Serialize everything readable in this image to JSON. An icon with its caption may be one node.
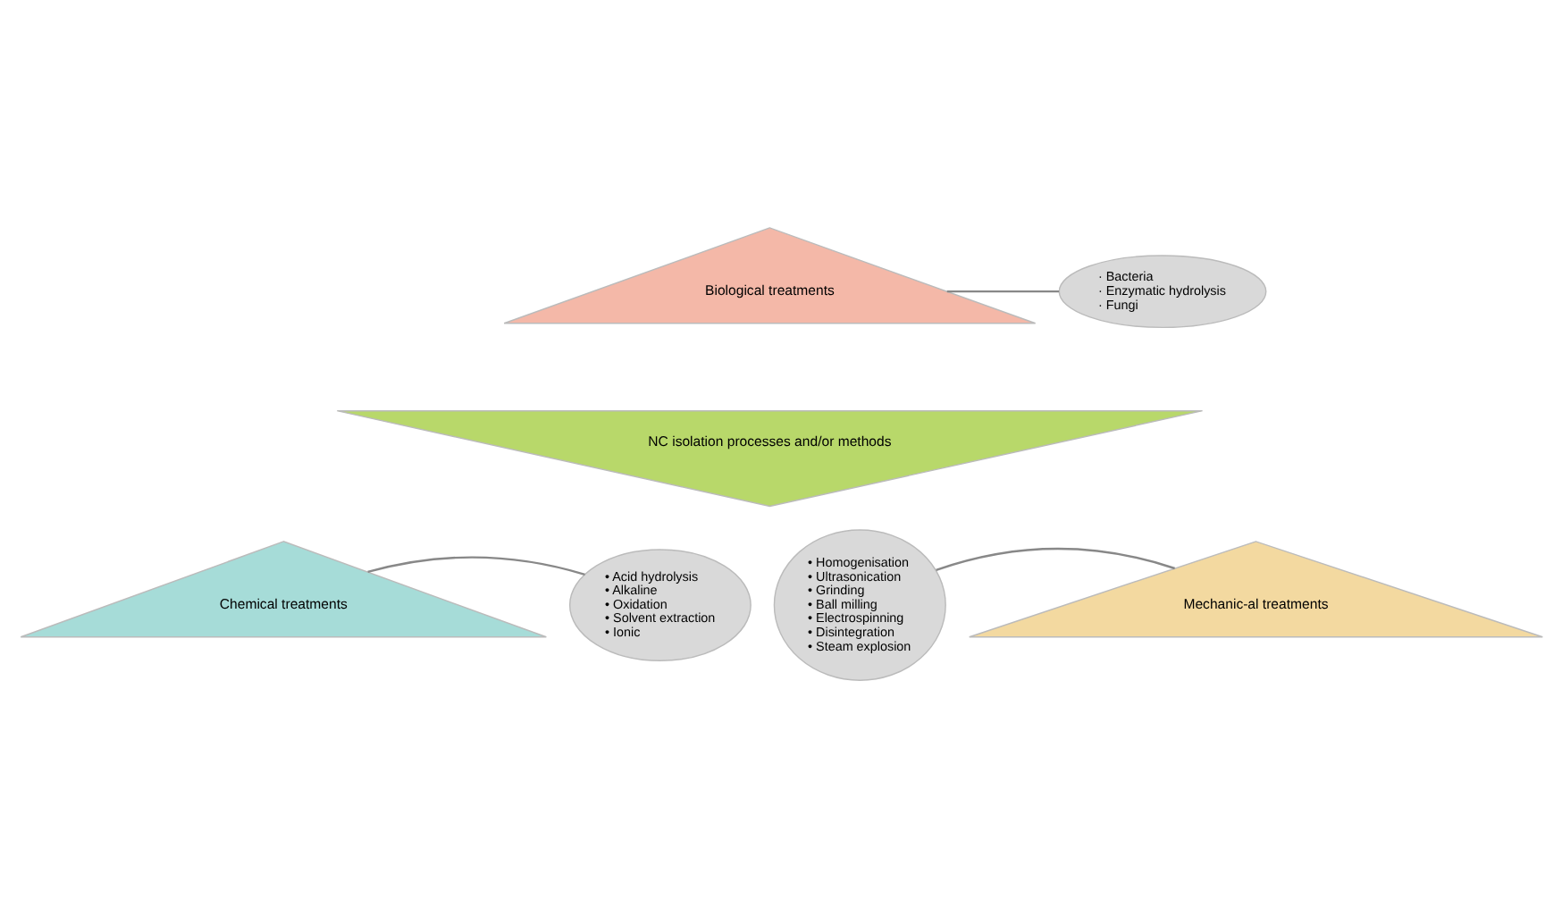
{
  "diagram": {
    "nodes": [
      {
        "text": [
          "Biological treatments"
        ]
      },
      {
        "text": [
          "NC isolation processes and/or methods"
        ]
      },
      {
        "text": [
          "Mechanic-al treatments"
        ]
      },
      {
        "text": [
          "Chemical treatments"
        ]
      },
      {
        "text": [
          "· Bacteria",
          "· Enzymatic hydrolysis",
          "· Fungi"
        ]
      },
      {
        "text": [
          "• Homogenisation",
          "• Ultrasonication",
          "• Grinding",
          "• Ball milling",
          "• Electrospinning",
          "• Disintegration",
          "• Steam explosion"
        ]
      },
      {
        "text": [
          "• Acid hydrolysis",
          "• Alkaline",
          "• Oxidation",
          "• Solvent extraction",
          "• Ionic"
        ]
      }
    ],
    "edges": [
      {
        "from": 4,
        "to": 0,
        "arrow": "none"
      },
      {
        "from": 5,
        "to": 2,
        "arrow": "none"
      },
      {
        "from": 6,
        "to": 3,
        "arrow": "none"
      }
    ]
  }
}
